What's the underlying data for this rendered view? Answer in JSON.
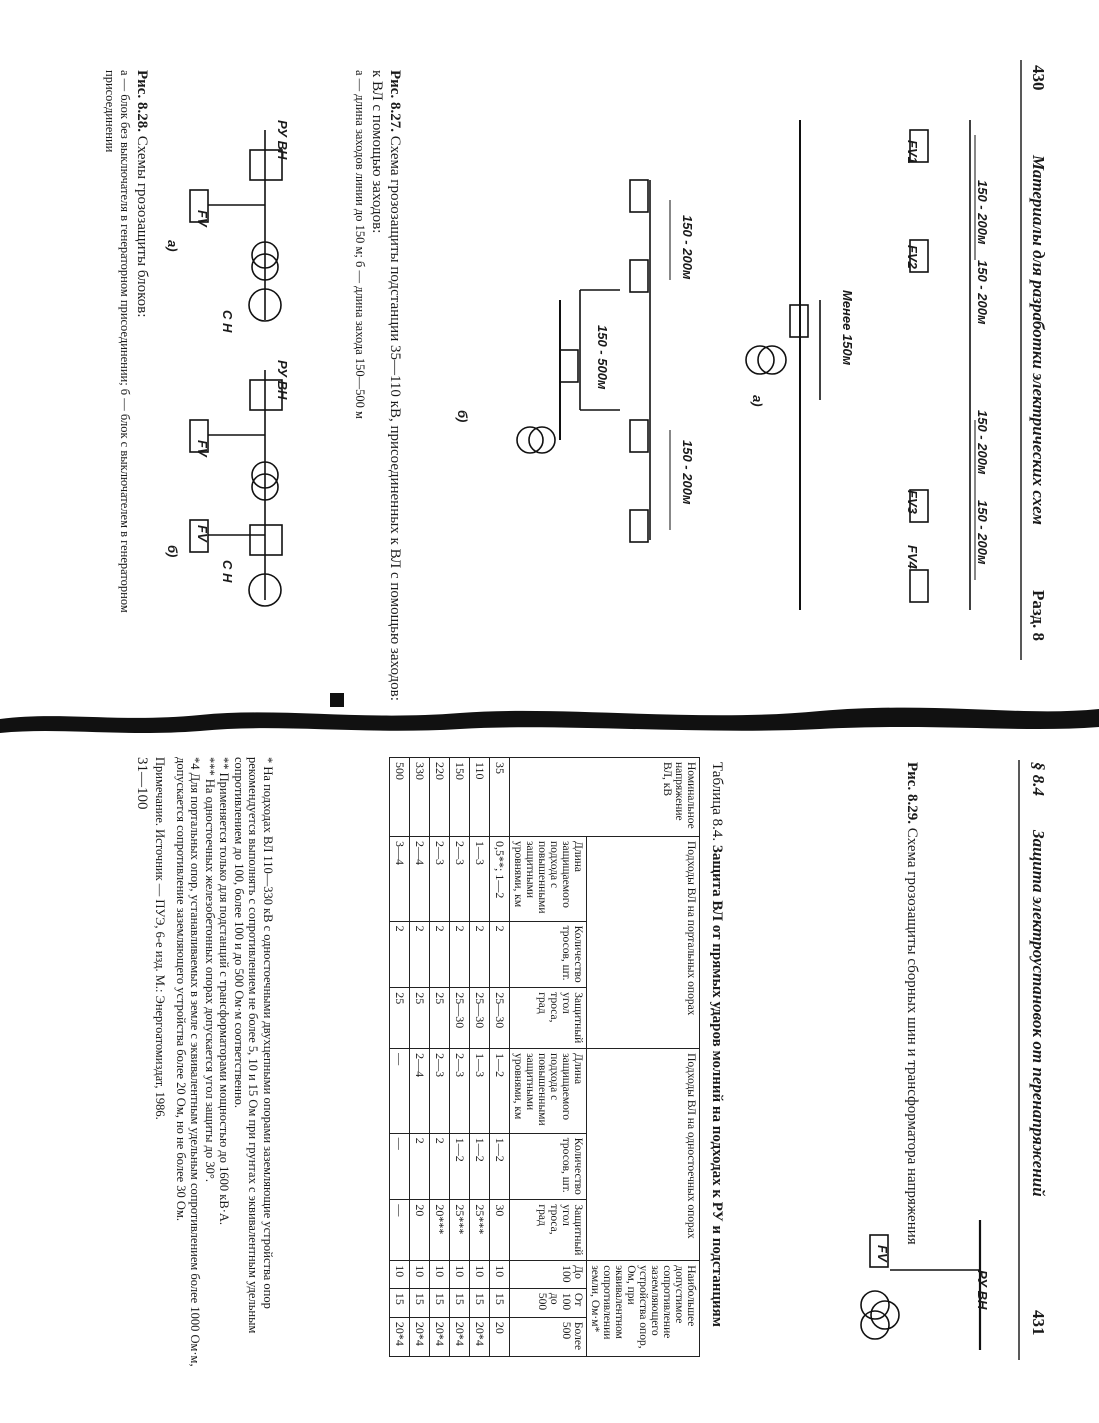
{
  "page_left": {
    "page_number": "430",
    "running_head": "Материалы для разработки электрических схем",
    "section": "Разд. 8",
    "fig827": {
      "caption_label": "Рис. 8.27.",
      "caption_text": "Схема грозозащиты подстанции 35—110 кВ, присоединенных к ВЛ с помощью заходов:",
      "caption_sub": "а — длина заходов линии до 150 м; б — длина захода 150—500 м",
      "labels": {
        "fv1_a": "FV1",
        "fv2_a": "FV2",
        "fv3_a": "FV3",
        "fv4_a": "FV4",
        "dim1": "150 - 200м",
        "dim2": "150 - 200м",
        "dim3": "150 - 200м",
        "dim4": "150 - 200м",
        "less150": "Менее 150м",
        "dim_b1": "150 - 200м",
        "dim_b2": "150 - 500м",
        "dim_b3": "150 - 200м",
        "a": "а)",
        "b": "б)"
      }
    },
    "fig828": {
      "caption_label": "Рис. 8.28.",
      "caption_text": "Схемы грозозащиты блоков:",
      "caption_sub": "а — блок без выключателя в генераторном присоединении; б — блок с выключателем в генераторном присоединении",
      "labels": {
        "ru_vn_a": "РУ ВН",
        "ru_vn_b": "РУ ВН",
        "fv_a": "FV",
        "fv_b1": "FV",
        "fv_b2": "FV",
        "ck_a": "С Н",
        "ck_b": "С Н",
        "a": "а)",
        "b": "б)"
      }
    }
  },
  "page_right": {
    "section": "§ 8.4",
    "running_head": "Защита электроустановок от перенапряжений",
    "page_number": "431",
    "fig829": {
      "caption_label": "Рис. 8.29.",
      "caption_text": "Схема грозозащиты сборных шин и трансформатора напряжения",
      "labels": {
        "ru_vn": "РУ ВН",
        "fv": "FV"
      }
    },
    "table": {
      "title_label": "Таблица 8.4.",
      "title_text": "Защита ВЛ от прямых ударов молний на подходах к РУ и подстанциям",
      "col_voltage": "Номинальное напряжение ВЛ, кВ",
      "grp_portal": "Подходы ВЛ на портальных опорах",
      "grp_single": "Подходы ВЛ на одностоечных опорах",
      "grp_resist": "Наибольшее допустимое сопротивление заземляющего устройства опор, Ом, при эквивалентном сопротивлении земли, Ом·м*",
      "sub_length": "Длина защищаемого подхода с повышенными защитными уровнями, км",
      "sub_ropes": "Количество тросов, шт.",
      "sub_angle": "Защитный угол троса, град",
      "sub_r1": "До 100",
      "sub_r2": "От 100 до 500",
      "sub_r3": "Более 500",
      "rows": [
        {
          "v": "35",
          "pl": "0,5**; 1—2",
          "pr": "2",
          "pa": "25—30",
          "sl": "1—2",
          "sr": "1—2",
          "sa": "30",
          "r1": "10",
          "r2": "15",
          "r3": "20"
        },
        {
          "v": "110",
          "pl": "1—3",
          "pr": "2",
          "pa": "25—30",
          "sl": "1—3",
          "sr": "1—2",
          "sa": "25***",
          "r1": "10",
          "r2": "15",
          "r3": "20*4"
        },
        {
          "v": "150",
          "pl": "2—3",
          "pr": "2",
          "pa": "25—30",
          "sl": "2—3",
          "sr": "1—2",
          "sa": "25***",
          "r1": "10",
          "r2": "15",
          "r3": "20*4"
        },
        {
          "v": "220",
          "pl": "2—3",
          "pr": "2",
          "pa": "25",
          "sl": "2—3",
          "sr": "2",
          "sa": "20***",
          "r1": "10",
          "r2": "15",
          "r3": "20*4"
        },
        {
          "v": "330",
          "pl": "2—4",
          "pr": "2",
          "pa": "25",
          "sl": "2—4",
          "sr": "2",
          "sa": "20",
          "r1": "10",
          "r2": "15",
          "r3": "20*4"
        },
        {
          "v": "500",
          "pl": "3—4",
          "pr": "2",
          "pa": "25",
          "sl": "—",
          "sr": "—",
          "sa": "—",
          "r1": "10",
          "r2": "15",
          "r3": "20*4"
        }
      ],
      "fn1": "* На подходах ВЛ 110—330 кВ с одностоечными двухцепными опорами заземляющие устройства опор рекомендуется выполнять с сопротивлением не более 5, 10 и 15 Ом при грунтах с эквивалентным удельным сопротивлением до 100, более 100 и до 500 Ом·м соответственно.",
      "fn2": "** Применяется только для подстанций с трансформаторами мощностью до 1600 кВ·А.",
      "fn3": "*** На одностоечных железобетонных опорах допускается угол защиты до 30°.",
      "fn4": "*4 Для портальных опор, устанавливаемых в земле с эквивалентным удельным сопротивлением более 1000 Ом·м, допускается сопротивление заземляющего устройства более 20 Ом, но не более 30 Ом.",
      "note": "Примечание. Источник — ПУЭ, 6-е изд. М.: Энергоатомиздат, 1986.",
      "footer": "31—100"
    }
  }
}
